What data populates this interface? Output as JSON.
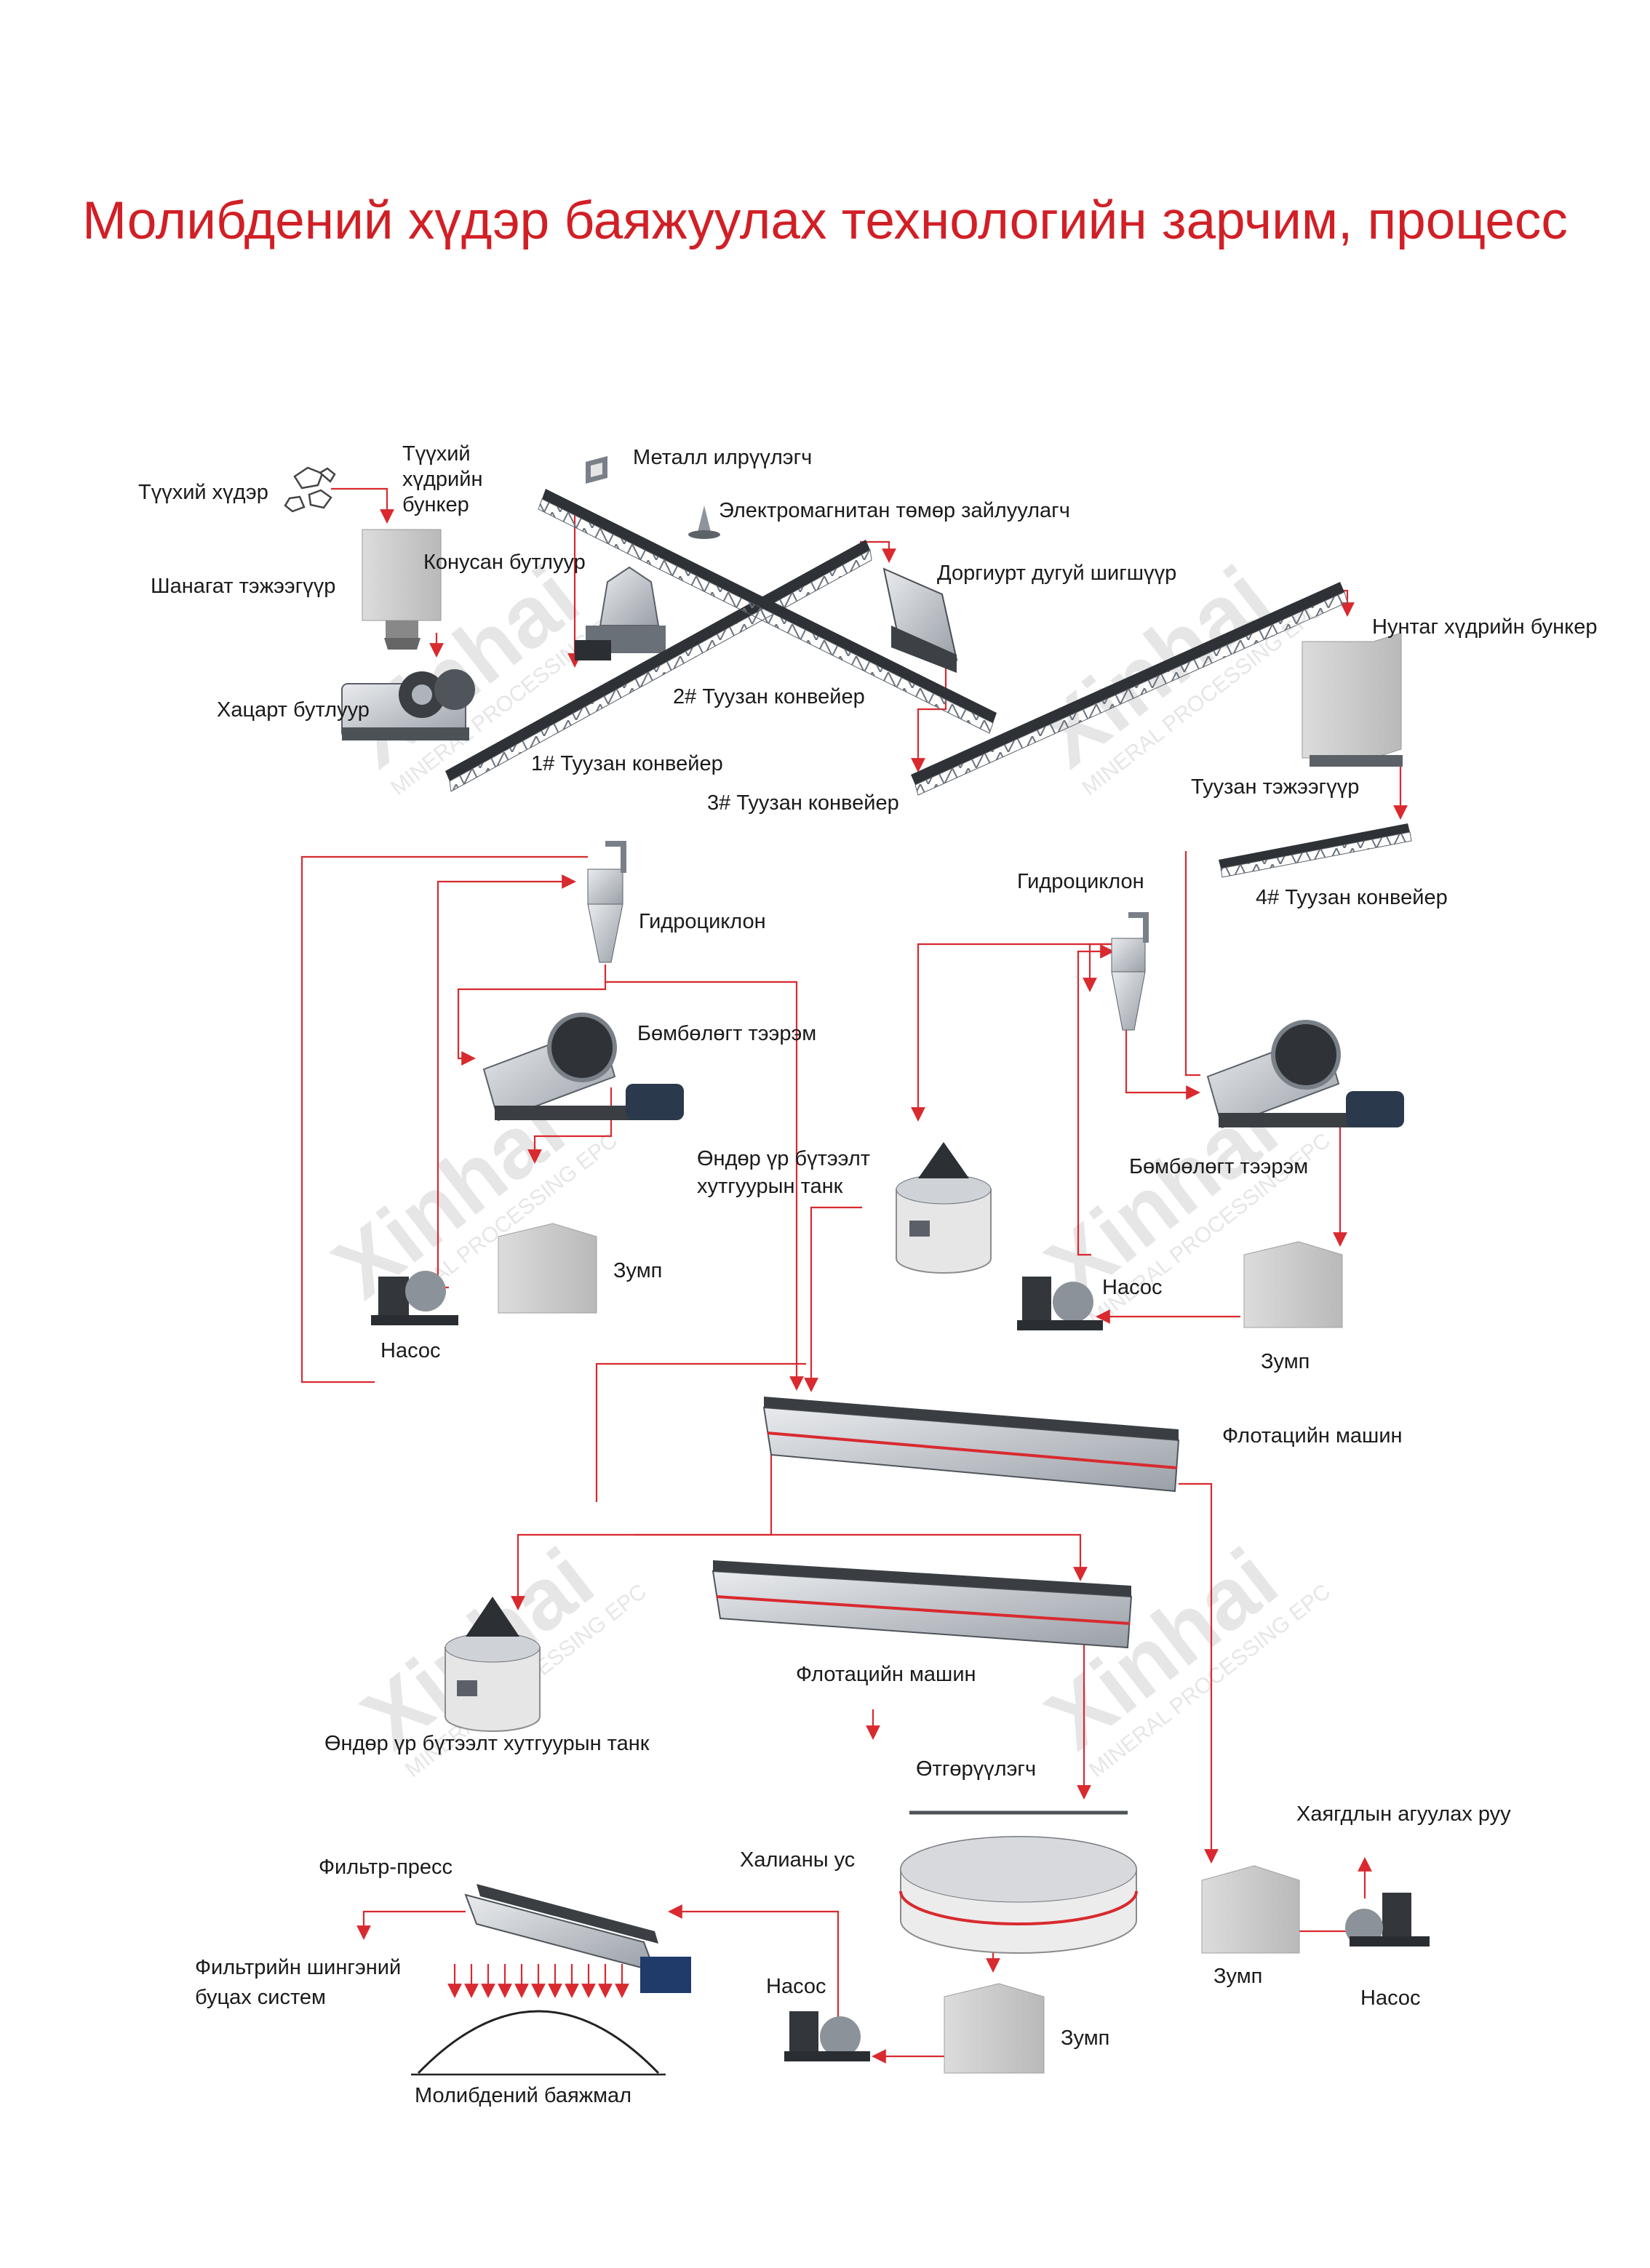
{
  "title": "Молибдений хүдэр баяжуулах технологийн зарчим, процесс",
  "watermark": {
    "brand": "Xinhai",
    "tagline": "MINERAL PROCESSING EPC"
  },
  "colors": {
    "accent": "#d11f26",
    "flow_line": "#d82a2f",
    "equipment": "#8a8f96"
  },
  "labels": {
    "raw_ore": "Түүхий хүдэр",
    "raw_ore_bin_1": "Түүхий",
    "raw_ore_bin_2": "хүдрийн",
    "raw_ore_bin_3": "бункер",
    "vibrating_feeder": "Шанагат тэжээгүүр",
    "cone_crusher": "Конусан бутлуур",
    "jaw_crusher": "Хацарт бутлуур",
    "metal_detector": "Металл илрүүлэгч",
    "electromagnetic_iron_remover": "Электромагнитан төмөр зайлуулагч",
    "vibrating_screen": "Доргиурт дугуй шигшүүр",
    "powder_ore_bin": "Нунтаг хүдрийн бункер",
    "conveyor_2": "2# Туузан конвейер",
    "conveyor_1": "1# Туузан конвейер",
    "conveyor_3": "3# Туузан конвейер",
    "belt_feeder": "Туузан тэжээгүүр",
    "conveyor_4": "4# Туузан конвейер",
    "hydrocyclone_1": "Гидроциклон",
    "hydrocyclone_2": "Гидроциклон",
    "ball_mill_1": "Бөмбөлөгт тээрэм",
    "ball_mill_2": "Бөмбөлөгт тээрэм",
    "agitation_tank_1a": "Өндөр үр бүтээлт",
    "agitation_tank_1b": "хутгуурын танк",
    "sump_1": "Зумп",
    "pump_1": "Насос",
    "pump_2": "Насос",
    "sump_2": "Зумп",
    "flotation_1": "Флотацийн машин",
    "flotation_2": "Флотацийн машин",
    "agitation_tank_2": "Өндөр үр бүтээлт хутгуурын танк",
    "thickener": "Өтгөрүүлэгч",
    "to_tailings": "Хаягдлын агуулах руу",
    "filter_press": "Фильтр-пресс",
    "overflow_water": "Халианы ус",
    "filtrate_return_1": "Фильтрийн шингэний",
    "filtrate_return_2": "буцах систем",
    "pump_3": "Насос",
    "sump_3": "Зумп",
    "sump_4": "Зумп",
    "pump_4": "Насос",
    "mo_concentrate": "Молибдений баяжмал"
  }
}
